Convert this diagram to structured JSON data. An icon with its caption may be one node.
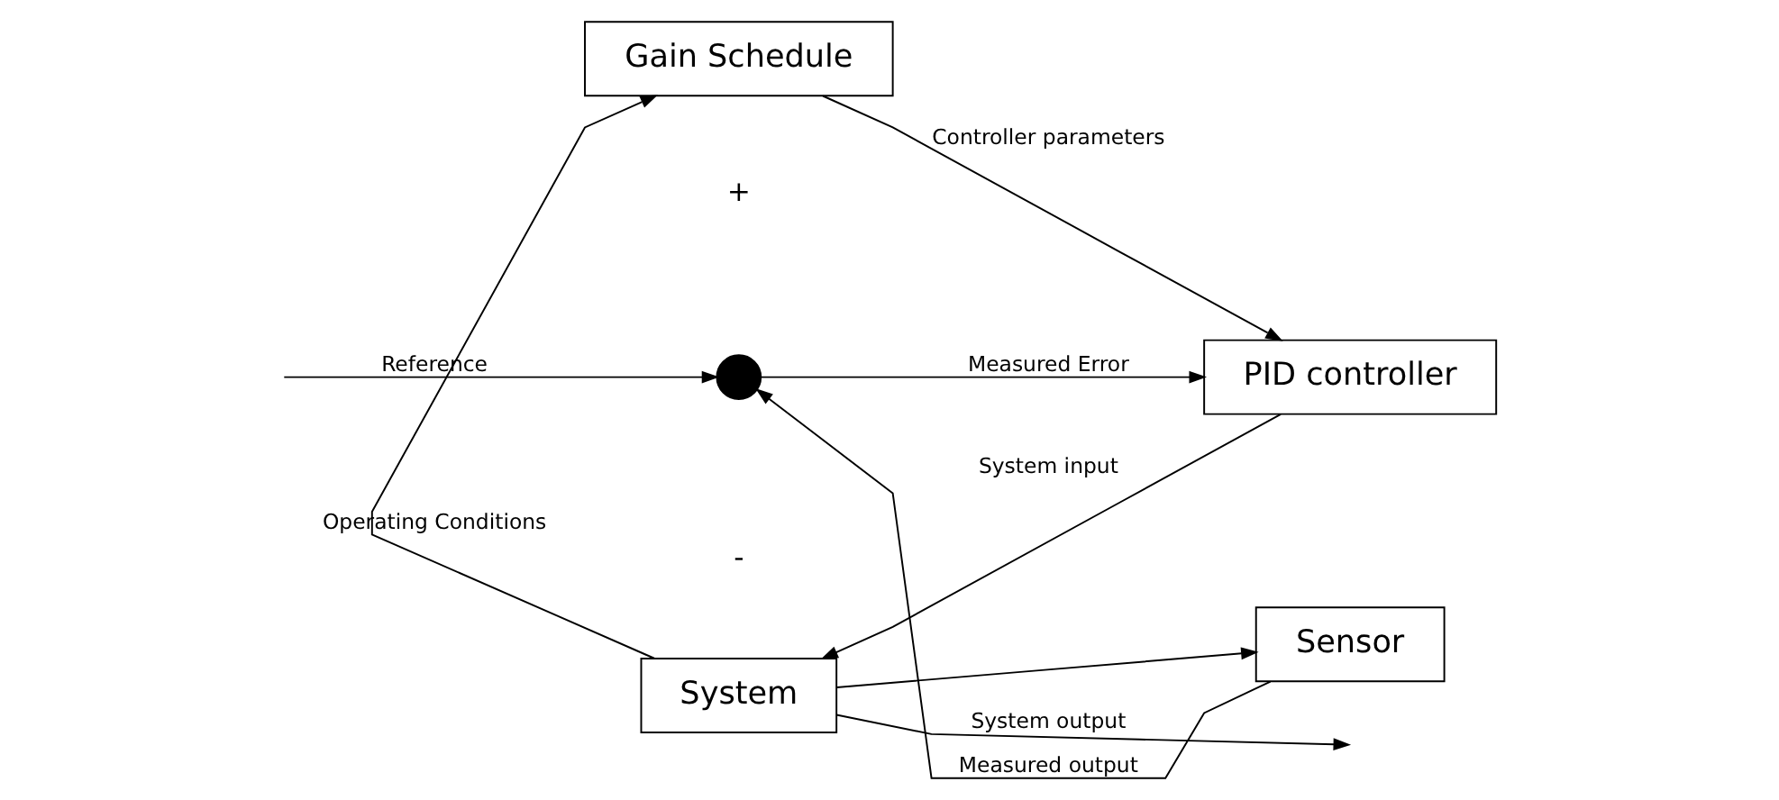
{
  "diagram": {
    "nodes": [
      {
        "text": [
          "Gain Schedule"
        ]
      },
      {
        "text": [],
        "shape": "circle"
      },
      {
        "text": [
          "PID controller"
        ]
      },
      {
        "text": [
          "System"
        ]
      },
      {
        "text": [
          "Sensor"
        ]
      }
    ],
    "edges": [
      {
        "from": null,
        "to": 1,
        "arrow": "to",
        "label": "Reference"
      },
      {
        "from": 1,
        "to": 2,
        "arrow": "to",
        "label": "Measured Error"
      },
      {
        "from": 0,
        "to": 2,
        "arrow": "to",
        "label": "Controller parameters"
      },
      {
        "from": 2,
        "to": 3,
        "arrow": "to",
        "label": "System input"
      },
      {
        "from": 3,
        "to": 0,
        "arrow": "to",
        "label": "Operating Conditions"
      },
      {
        "from": 3,
        "to": null,
        "arrow": "to",
        "label": "System output"
      },
      {
        "from": 3,
        "to": 4,
        "arrow": "to"
      },
      {
        "from": 4,
        "to": 1,
        "arrow": "to",
        "label": "Measured output"
      }
    ],
    "labels": [
      "+",
      "-"
    ]
  }
}
